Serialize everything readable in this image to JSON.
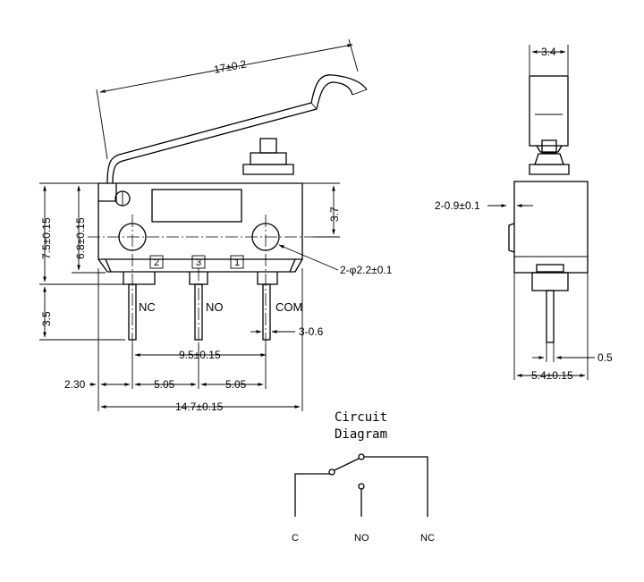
{
  "front_view": {
    "dim_lever_length": "17±0.2",
    "dim_height_total": "7.5±0.15",
    "dim_height_body": "6.8±0.15",
    "dim_height_right": "3.7",
    "dim_hole": "2-φ2.2±0.1",
    "dim_pin_length": "3.5",
    "dim_pin_width": "3-0.6",
    "dim_pin_span": "9.5±0.15",
    "dim_left_offset": "2.30",
    "dim_pitch_1": "5.05",
    "dim_pitch_2": "5.05",
    "dim_width_total": "14.7±0.15",
    "terminal_numbers": [
      "2",
      "3",
      "1"
    ],
    "pin_labels": [
      "NC",
      "NO",
      "COM"
    ]
  },
  "side_view": {
    "dim_top_width": "3.4",
    "dim_side_bump": "2-0.9±0.1",
    "dim_pin_thickness": "0.5",
    "dim_width": "5.4±0.15"
  },
  "circuit": {
    "title_line1": "Circuit",
    "title_line2": "Diagram",
    "labels": [
      "C",
      "NO",
      "NC"
    ]
  }
}
